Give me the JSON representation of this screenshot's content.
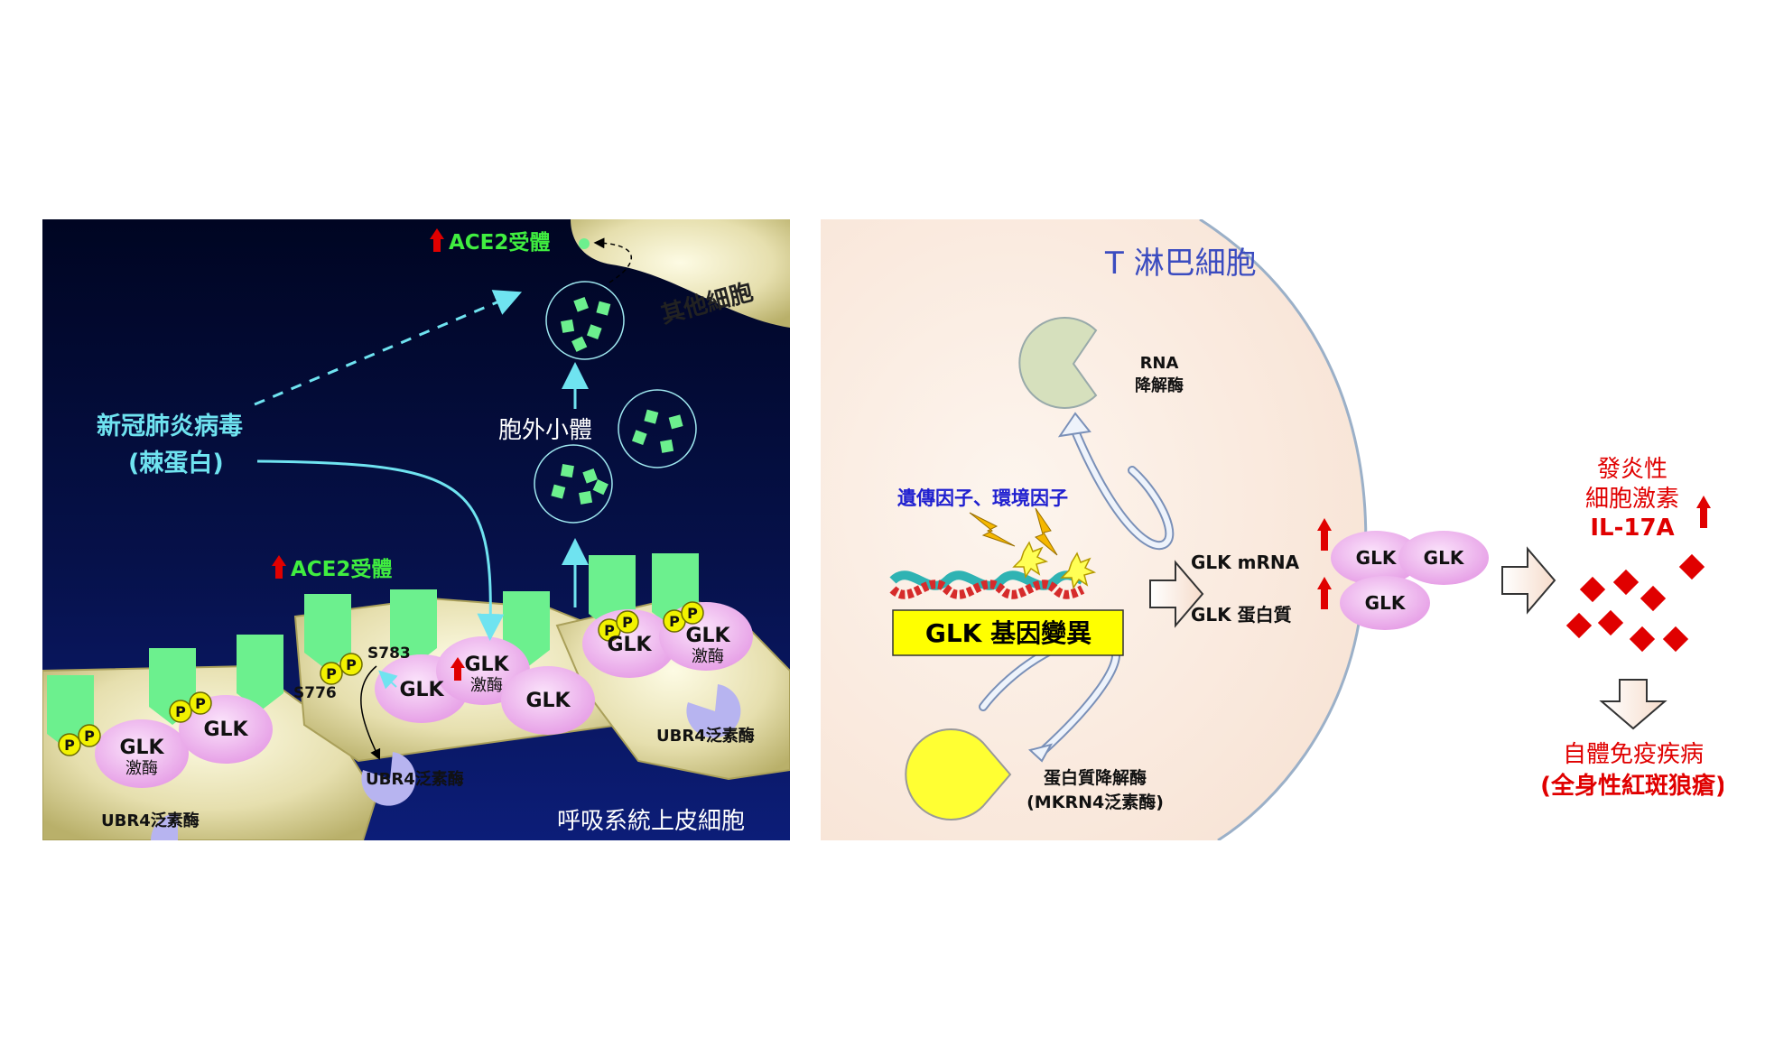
{
  "left": {
    "virus_label_line1": "新冠肺炎病毒",
    "virus_label_line2": "(棘蛋白)",
    "exosome_label": "胞外小體",
    "other_cell_label": "其他細胞",
    "epithelial_label": "呼吸系統上皮細胞",
    "ace2_top": "ACE2受體",
    "ace2_mid": "ACE2受體",
    "glk": "GLK",
    "kinase": "激酶",
    "p": "P",
    "s783": "S783",
    "s776": "S776",
    "ubr4": "UBR4泛素酶"
  },
  "right": {
    "title": "T 淋巴細胞",
    "rna_line1": "RNA",
    "rna_line2": "降解酶",
    "factors": "遺傳因子、環境因子",
    "gene_box": "GLK 基因變異",
    "mrna": "GLK mRNA",
    "protein": "GLK 蛋白質",
    "glk": "GLK",
    "degrader_line1": "蛋白質降解酶",
    "degrader_line2": "(MKRN4泛素酶)",
    "cyto_line1": "發炎性",
    "cyto_line2": "細胞激素",
    "cyto_line3": "IL-17A",
    "disease_line1": "自體免疫疾病",
    "disease_line2": "(全身性紅斑狼瘡)"
  },
  "colors": {
    "cyan": "#6fe3f0",
    "green_receptor": "#6cf08e",
    "ace2_text": "#40ee40",
    "glk_pink": "#eeb0ee",
    "phospho_yellow": "#f2f200",
    "cell_tan": "#e2dba0",
    "red": "#e00000",
    "cell_bg": "#fbeee4",
    "gene_box_bg": "#ffff00"
  }
}
